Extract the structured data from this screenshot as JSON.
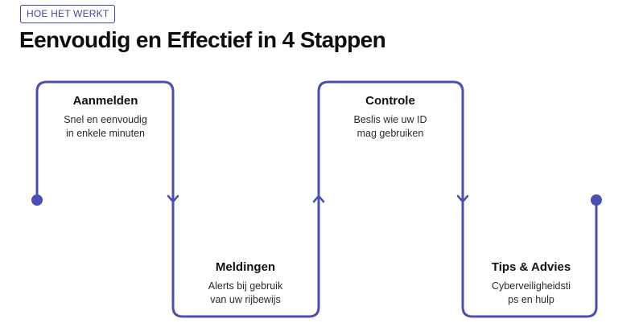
{
  "header": {
    "badge": "HOE HET WERKT",
    "title": "Eenvoudig en Effectief in 4 Stappen"
  },
  "theme": {
    "accent": "#4a4fb5",
    "text": "#111111"
  },
  "steps": [
    {
      "title": "Aanmelden",
      "desc_lines": [
        "Snel en eenvoudig",
        "in enkele minuten"
      ]
    },
    {
      "title": "Meldingen",
      "desc_lines": [
        "Alerts bij gebruik",
        "van uw rijbewijs"
      ]
    },
    {
      "title": "Controle",
      "desc_lines": [
        "Beslis wie uw ID",
        "mag gebruiken"
      ]
    },
    {
      "title": "Tips & Advies",
      "desc_lines": [
        "Cyberveiligheidsti",
        "ps en hulp"
      ]
    }
  ],
  "connector_icons": [
    "start-dot-icon",
    "chevron-down-icon",
    "chevron-up-icon",
    "chevron-down-icon",
    "end-dot-icon"
  ]
}
